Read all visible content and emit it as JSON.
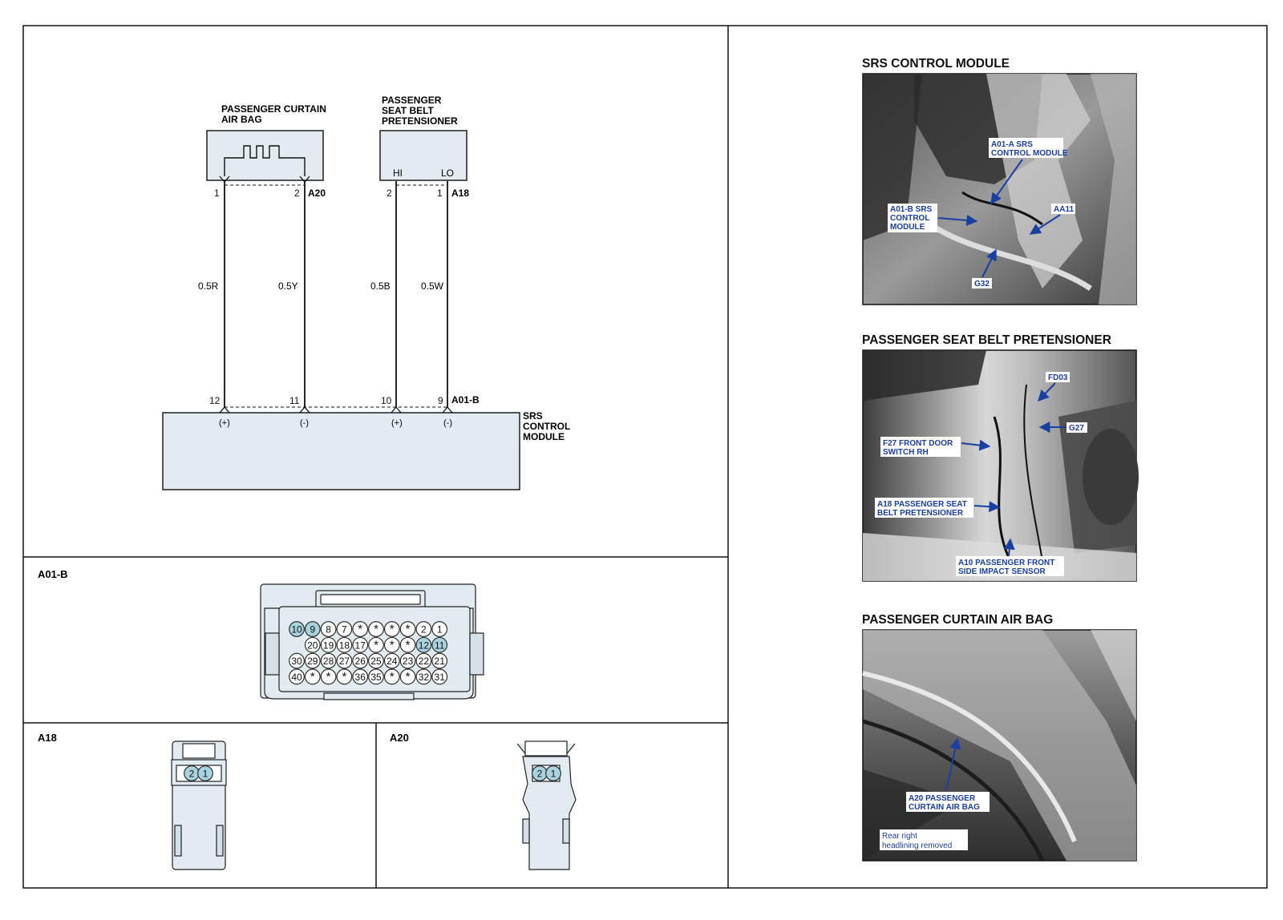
{
  "schematic": {
    "airbag_label_line1": "PASSENGER CURTAIN",
    "airbag_label_line2": "AIR BAG",
    "pretensioner_label_line1": "PASSENGER",
    "pretensioner_label_line2": "SEAT BELT",
    "pretensioner_label_line3": "PRETENSIONER",
    "hi_label": "HI",
    "lo_label": "LO",
    "a20_connector": "A20",
    "a18_connector": "A18",
    "a01b_connector": "A01-B",
    "a20_pin_1": "1",
    "a20_pin_2": "2",
    "a18_pin_2": "2",
    "a18_pin_1": "1",
    "wire_1": "0.5R",
    "wire_2": "0.5Y",
    "wire_3": "0.5B",
    "wire_4": "0.5W",
    "module_pin_12": "12",
    "module_pin_11": "11",
    "module_pin_10": "10",
    "module_pin_9": "9",
    "polarity_1": "(+)",
    "polarity_2": "(-)",
    "polarity_3": "(+)",
    "polarity_4": "(-)",
    "module_label_line1": "SRS",
    "module_label_line2": "CONTROL",
    "module_label_line3": "MODULE"
  },
  "connector_views": {
    "a01b_title": "A01-B",
    "a18_title": "A18",
    "a20_title": "A20",
    "a01b_rows": [
      [
        "10",
        "9",
        "8",
        "7",
        "*",
        "*",
        "*",
        "*",
        "2",
        "1"
      ],
      [
        "20",
        "19",
        "18",
        "17",
        "*",
        "*",
        "*",
        "12",
        "11"
      ],
      [
        "30",
        "29",
        "28",
        "27",
        "26",
        "25",
        "24",
        "23",
        "22",
        "21"
      ],
      [
        "40",
        "*",
        "*",
        "*",
        "36",
        "35",
        "*",
        "*",
        "32",
        "31"
      ]
    ],
    "a01b_highlight": [
      "10",
      "9",
      "12",
      "11"
    ],
    "a18_pins": [
      "2",
      "1"
    ],
    "a20_pins": [
      "2",
      "1"
    ],
    "highlight_color": "#a9d3df",
    "fill_color": "#e2ecf0"
  },
  "photos": {
    "srs_title": "SRS CONTROL MODULE",
    "srs_callout_a01a_line1": "A01-A SRS",
    "srs_callout_a01a_line2": "CONTROL MODULE",
    "srs_callout_a01b_line1": "A01-B SRS",
    "srs_callout_a01b_line2": "CONTROL",
    "srs_callout_a01b_line3": "MODULE",
    "srs_callout_aa11": "AA11",
    "srs_callout_g32": "G32",
    "pretensioner_title": "PASSENGER SEAT BELT PRETENSIONER",
    "pt_callout_fd03": "FD03",
    "pt_callout_g27": "G27",
    "pt_callout_f27_line1": "F27 FRONT DOOR",
    "pt_callout_f27_line2": "SWITCH RH",
    "pt_callout_a18_line1": "A18 PASSENGER SEAT",
    "pt_callout_a18_line2": "BELT PRETENSIONER",
    "pt_callout_a10_line1": "A10 PASSENGER FRONT",
    "pt_callout_a10_line2": "SIDE IMPACT SENSOR",
    "airbag_title": "PASSENGER CURTAIN AIR BAG",
    "ab_callout_a20_line1": "A20 PASSENGER",
    "ab_callout_a20_line2": "CURTAIN AIR BAG",
    "ab_note_line1": "Rear right",
    "ab_note_line2": "headlining removed"
  }
}
